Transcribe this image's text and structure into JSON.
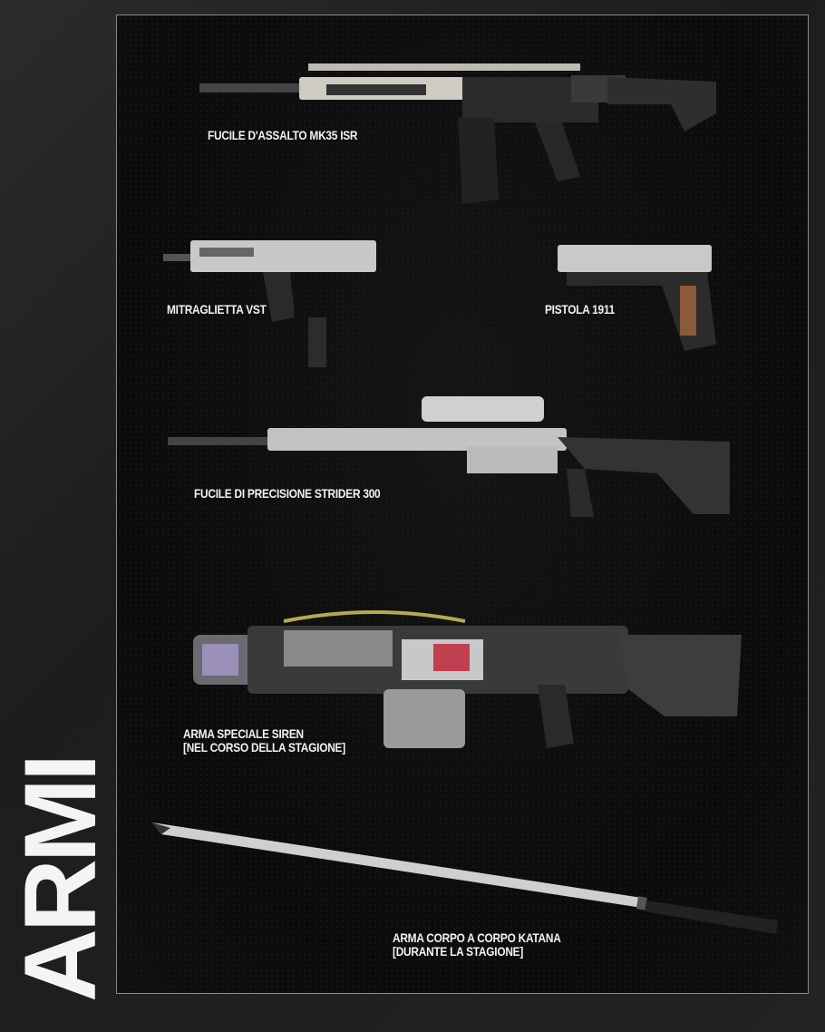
{
  "title": "ARMI",
  "weapons": [
    {
      "name": "FUCILE D'ASSALTO MK35 ISR"
    },
    {
      "name": "MITRAGLIETTA VST"
    },
    {
      "name": "PISTOLA 1911"
    },
    {
      "name": "FUCILE DI PRECISIONE STRIDER 300"
    },
    {
      "name": "ARMA SPECIALE SIREN",
      "note": "[NEL CORSO DELLA STAGIONE]"
    },
    {
      "name": "ARMA CORPO A CORPO KATANA",
      "note": "[DURANTE LA STAGIONE]"
    }
  ],
  "colors": {
    "background": "#1f2022",
    "panel": "#0d0d0d",
    "text": "#f2f2f2"
  }
}
